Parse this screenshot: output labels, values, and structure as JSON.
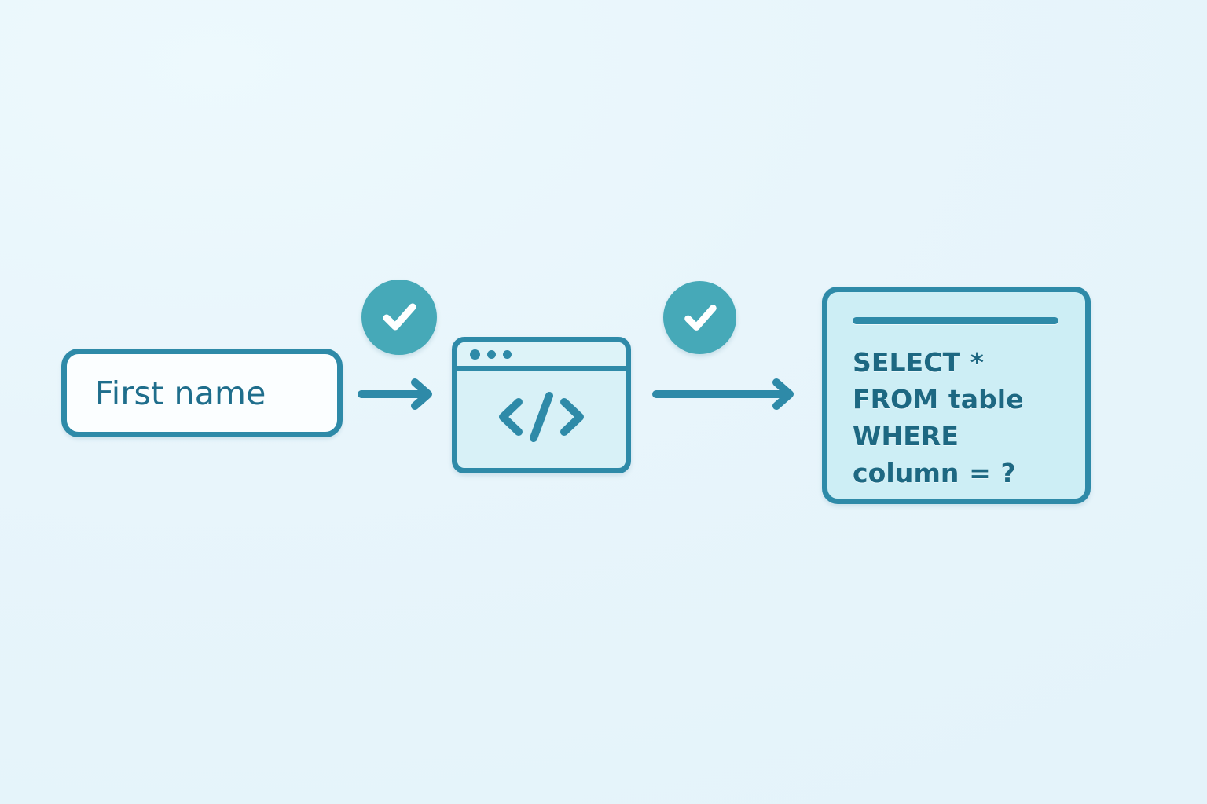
{
  "background": {
    "color_start": "#edf9fd",
    "color_end": "#e4f3fa"
  },
  "theme": {
    "accent": "#2e8aa8",
    "badge_fill": "#46a9b8",
    "text": "#1d6882",
    "card_fill": "#cdeef5",
    "window_fill": "#d8f1f7",
    "input_fill": "#fbfeff"
  },
  "flow": {
    "input_field": {
      "name": "first-name-input",
      "value": "First name",
      "placeholder": "First name"
    },
    "arrow_1": {
      "name": "arrow-input-to-code",
      "glyph": "arrow-right-icon"
    },
    "badge_1": {
      "name": "validation-check-1",
      "glyph": "check-icon",
      "label": "✓"
    },
    "code_window": {
      "name": "code-window",
      "titlebar_dots": [
        "dot-1",
        "dot-2",
        "dot-3"
      ],
      "glyph": "code-tags-icon",
      "glyph_label": "</>"
    },
    "arrow_2": {
      "name": "arrow-code-to-sql",
      "glyph": "arrow-right-icon"
    },
    "badge_2": {
      "name": "validation-check-2",
      "glyph": "check-icon",
      "label": "✓"
    },
    "sql_card": {
      "name": "sql-query-card",
      "rule": "divider-bar",
      "query": "SELECT * FROM table WHERE column = ?"
    }
  }
}
